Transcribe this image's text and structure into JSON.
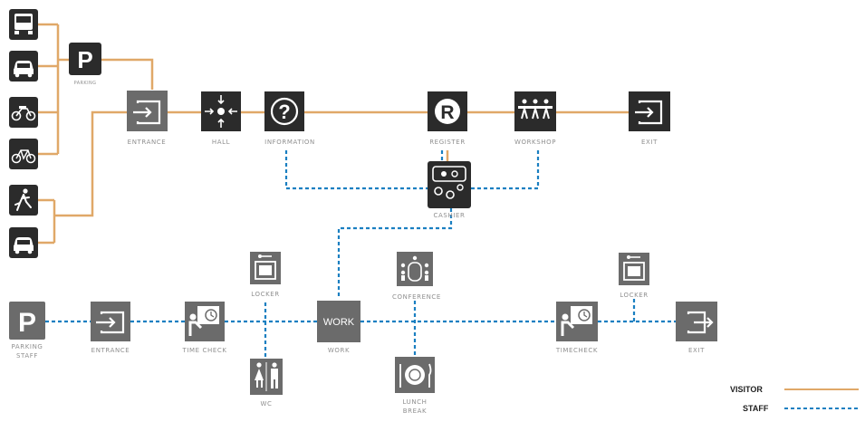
{
  "colors": {
    "visitor_line": "#e0a868",
    "staff_line": "#1a7fc1",
    "icon_dark": "#2b2b2b",
    "icon_gray": "#6b6b6b",
    "label": "#8f8f8f"
  },
  "visitor_arrival": {
    "parking_symbol": "P",
    "parking_label": "PARKING",
    "modes": [
      "bus-icon",
      "car-icon",
      "motorcycle-icon",
      "bicycle-icon"
    ],
    "walk_modes": [
      "pedestrian-icon",
      "car-icon"
    ]
  },
  "visitor_flow": [
    {
      "id": "entrance",
      "label": "ENTRANCE",
      "icon": "enter-icon"
    },
    {
      "id": "hall",
      "label": "HALL",
      "icon": "hall-icon"
    },
    {
      "id": "information",
      "label": "INFORMATION",
      "icon": "question-icon",
      "symbol": "?"
    },
    {
      "id": "register",
      "label": "REGISTER",
      "icon": "register-icon",
      "symbol": "R"
    },
    {
      "id": "workshop",
      "label": "WORKSHOP",
      "icon": "workshop-icon"
    },
    {
      "id": "exit",
      "label": "EXIT",
      "icon": "exit-icon"
    }
  ],
  "cashier": {
    "label": "CASHIER",
    "icon": "cashier-icon"
  },
  "staff_flow": {
    "parking_symbol": "P",
    "parking_label_1": "PARKING",
    "parking_label_2": "STAFF",
    "entrance_label": "ENTRANCE",
    "timecheck_in_label": "TIME CHECK",
    "locker_1_label": "LOCKER",
    "wc_label": "WC",
    "work_symbol": "WORK",
    "work_label": "WORK",
    "conference_label": "CONFERENCE",
    "lunch_label_1": "LUNCH",
    "lunch_label_2": "BREAK",
    "timecheck_out_label": "TIMECHECK",
    "locker_2_label": "LOCKER",
    "exit_label": "EXIT"
  },
  "legend": {
    "visitor": "VISITOR",
    "staff": "STAFF"
  }
}
